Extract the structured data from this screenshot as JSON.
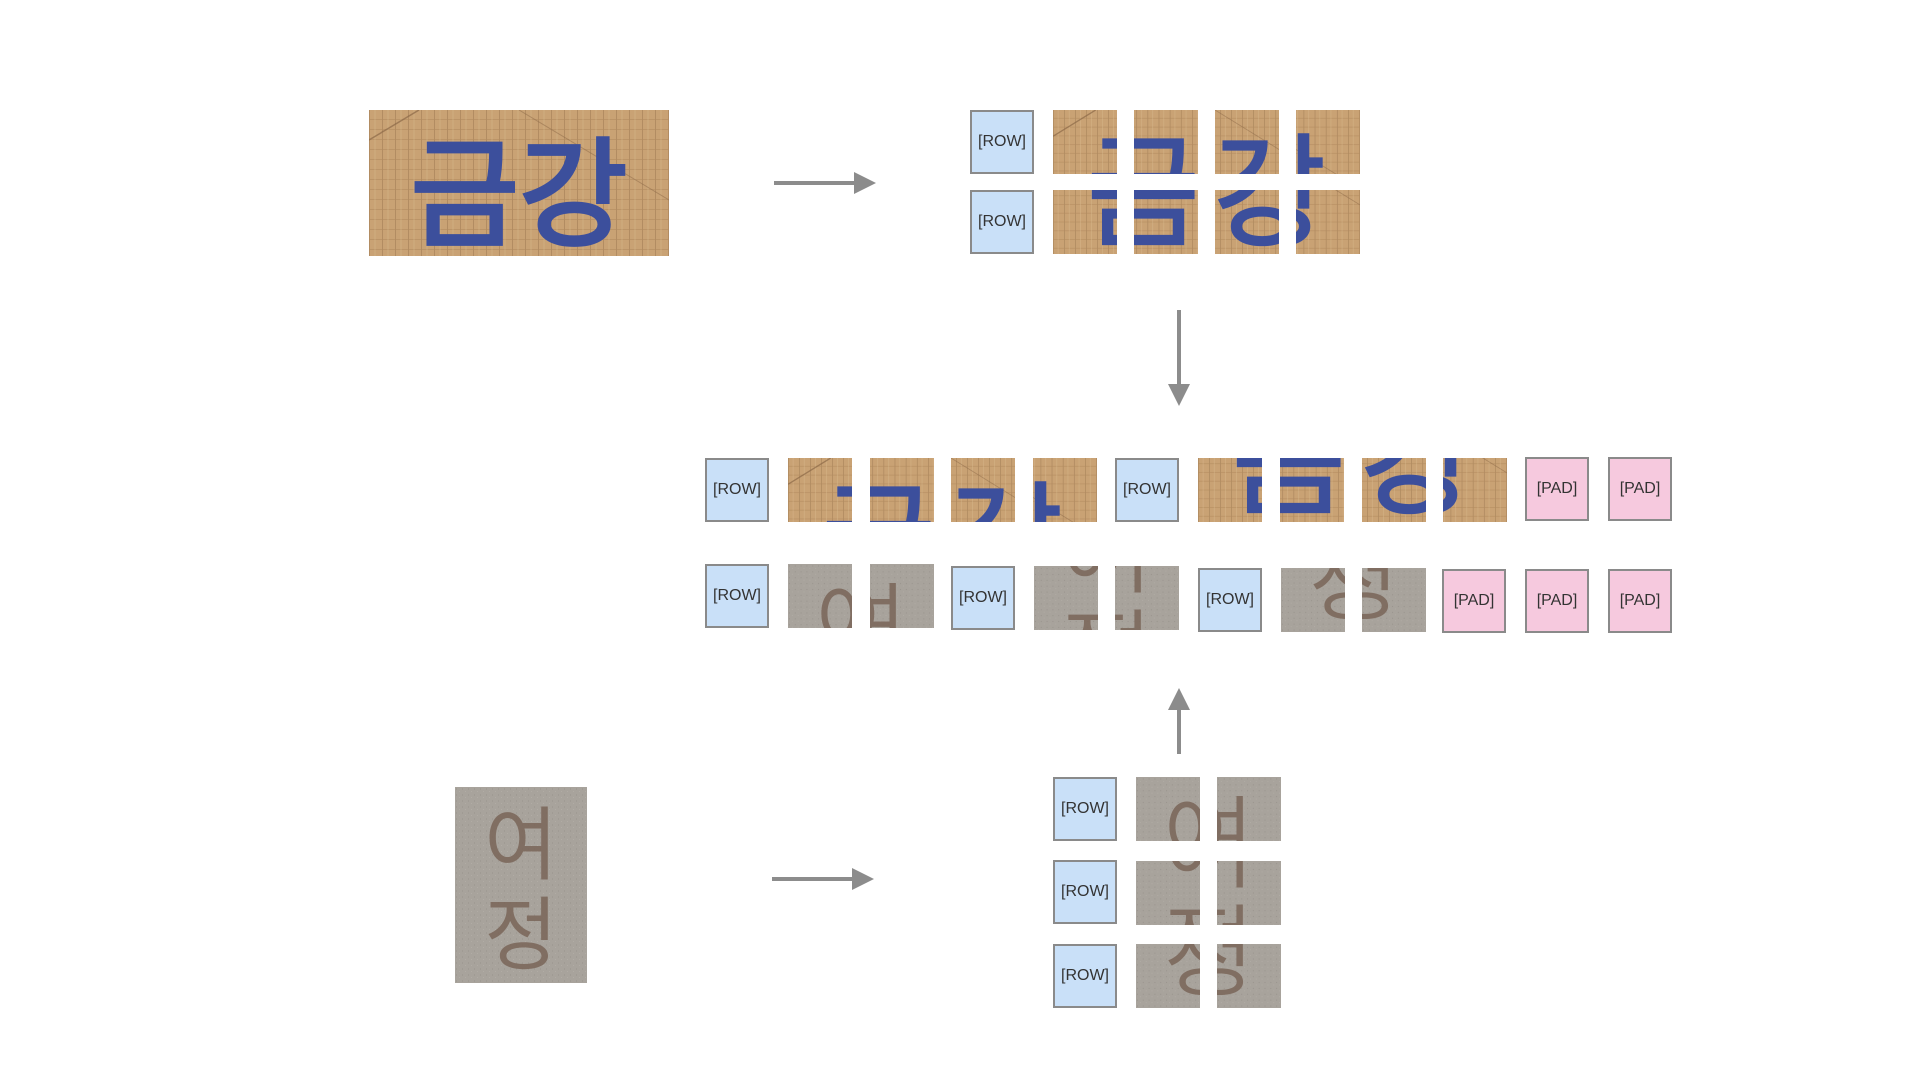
{
  "source_images": {
    "sign": {
      "text": "금강",
      "characters": [
        "금",
        "강"
      ],
      "rows": 2,
      "cols": 4
    },
    "paper": {
      "text": "여정",
      "characters": [
        "여",
        "정"
      ],
      "rows": 3,
      "cols": 2
    }
  },
  "tokens": {
    "row": "[ROW]",
    "pad": "[PAD]"
  },
  "colors": {
    "row_token_fill": "#c9e0f8",
    "pad_token_fill": "#f6c9de",
    "token_border": "#8a8a8a",
    "arrow": "#8c8c8c",
    "sign_background": "#c8a173",
    "sign_letters": "#3c4f9c",
    "paper_background": "#a9a49d",
    "paper_letters": "#7a6558"
  },
  "flow": {
    "sign_to_grid": "right-arrow",
    "sign_grid_to_batch": "down-arrow",
    "paper_to_grid": "right-arrow",
    "paper_grid_to_batch": "up-arrow"
  },
  "batch": {
    "sequence_1": [
      "ROW",
      "patch",
      "patch",
      "patch",
      "patch",
      "ROW",
      "patch",
      "patch",
      "patch",
      "patch",
      "PAD",
      "PAD"
    ],
    "sequence_2": [
      "ROW",
      "patch",
      "patch",
      "ROW",
      "patch",
      "patch",
      "ROW",
      "patch",
      "patch",
      "PAD",
      "PAD",
      "PAD"
    ]
  }
}
